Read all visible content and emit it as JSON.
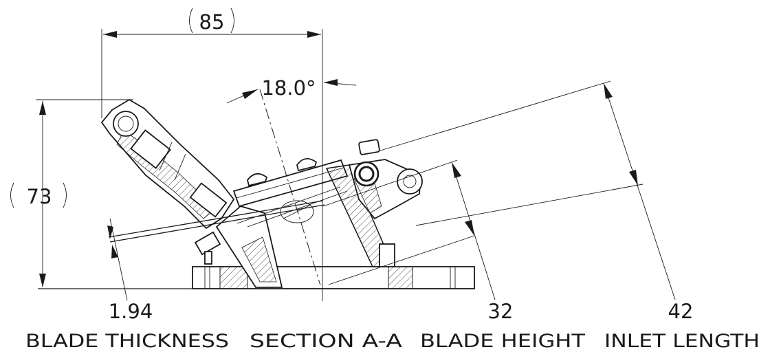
{
  "dimensions": {
    "width_ref": "85",
    "height_ref": "73",
    "angle": "18.0°",
    "thickness": "1.94",
    "blade_height": "32",
    "inlet_length": "42"
  },
  "labels": {
    "blade_thickness": "BLADE THICKNESS",
    "section": "SECTION A-A",
    "blade_height": "BLADE HEIGHT",
    "inlet_length": "INLET LENGTH"
  }
}
